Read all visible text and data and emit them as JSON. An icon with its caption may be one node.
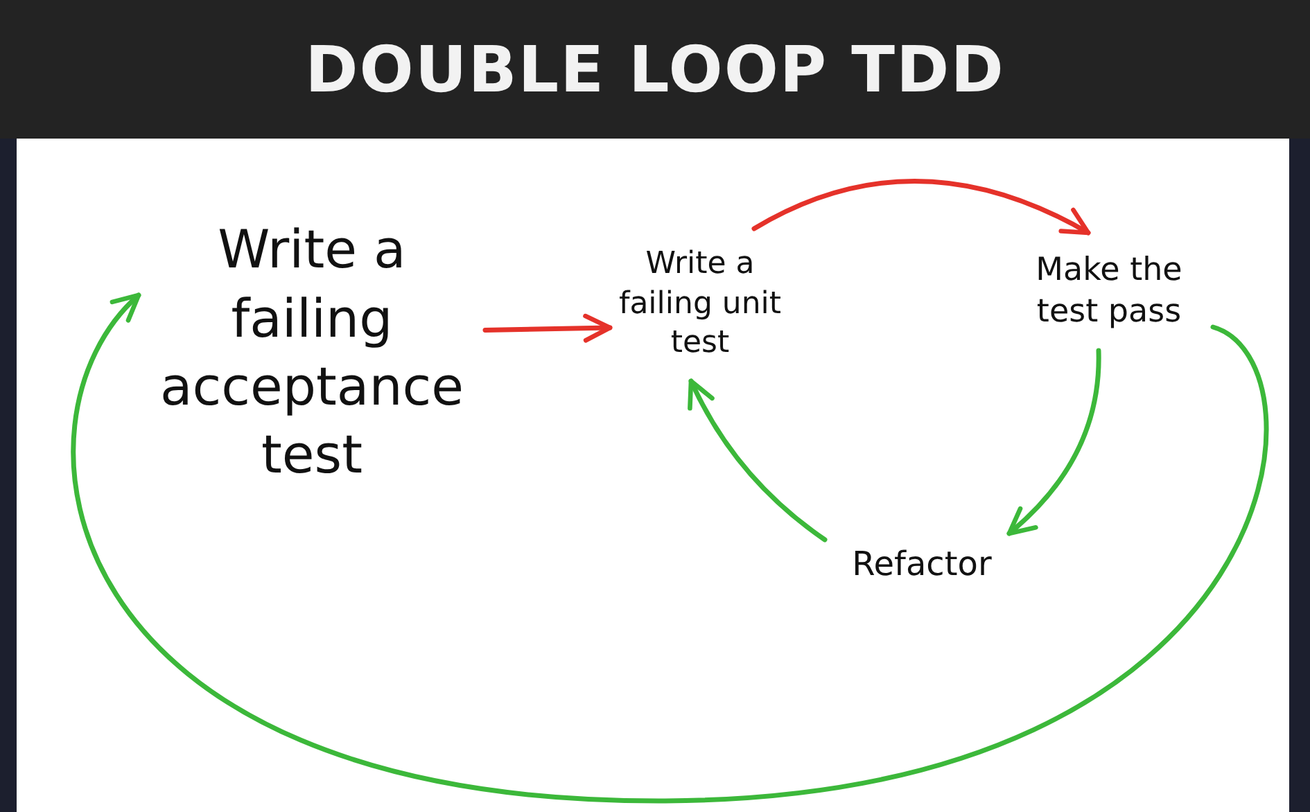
{
  "diagram": {
    "title": "DOUBLE LOOP TDD",
    "nodes": [
      {
        "text": [
          "Write a failing acceptance test"
        ]
      },
      {
        "text": [
          "Write a failing unit test"
        ]
      },
      {
        "text": [
          "Make the test pass"
        ]
      },
      {
        "text": [
          "Refactor"
        ]
      }
    ],
    "edges": [
      {
        "from": 0,
        "to": 1,
        "arrow": "to",
        "color": "#e5322a"
      },
      {
        "from": 1,
        "to": 2,
        "arrow": "to",
        "color": "#e5322a"
      },
      {
        "from": 2,
        "to": 3,
        "arrow": "to"
      },
      {
        "from": 3,
        "to": 1,
        "arrow": "to"
      },
      {
        "from": 2,
        "to": 0,
        "arrow": "to"
      }
    ]
  }
}
